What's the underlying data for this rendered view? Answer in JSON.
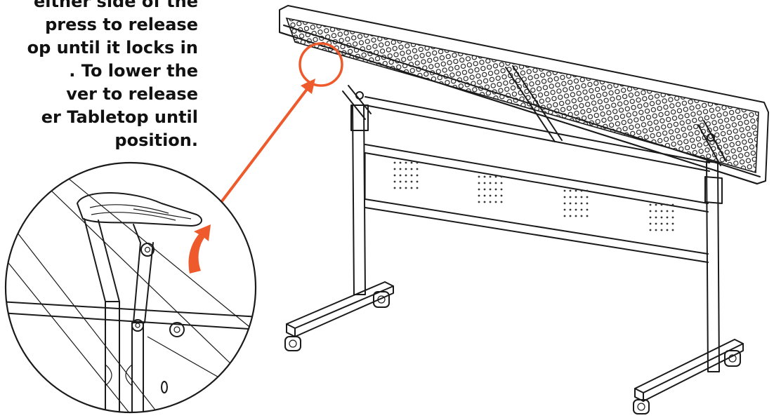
{
  "instructions": {
    "lines": [
      "either side of the",
      "press to release",
      "op until it locks in",
      ". To lower the",
      "ver to release",
      "er Tabletop until",
      "position."
    ]
  },
  "colors": {
    "accent": "#ee5a2b",
    "line": "#1a1a1a",
    "background": "#ffffff"
  },
  "icons": {
    "callout_arrow": "rotate-up-arrow-icon",
    "pointer": "pointer-arrow-icon"
  }
}
